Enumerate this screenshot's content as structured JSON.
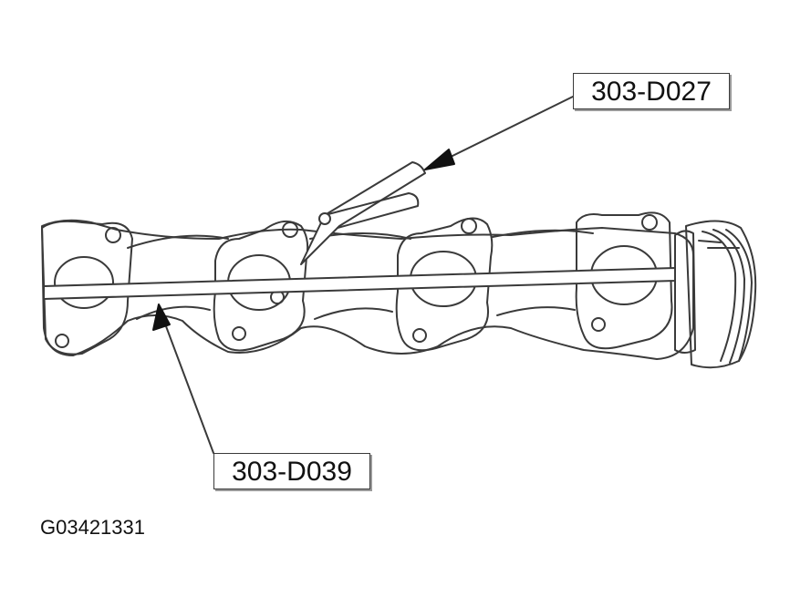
{
  "callouts": {
    "tool_top": "303-D027",
    "tool_bottom": "303-D039"
  },
  "figure_id": "G03421331",
  "colors": {
    "line": "#3a3a3a",
    "fill": "#ffffff",
    "text": "#111111"
  }
}
